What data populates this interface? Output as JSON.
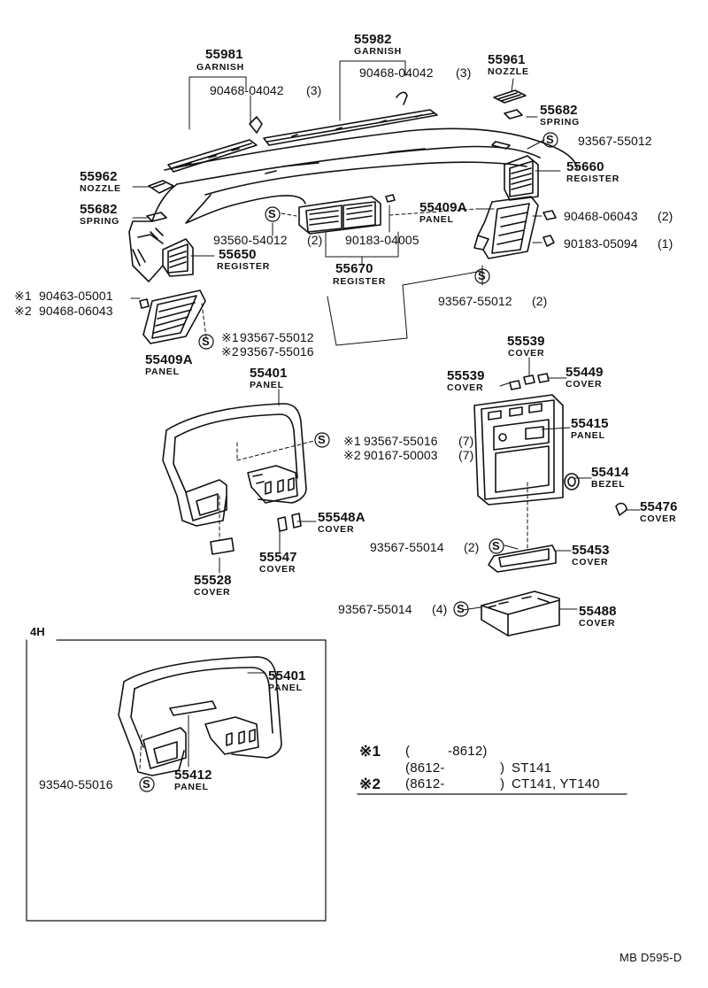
{
  "parts": [
    {
      "id": "p55981",
      "number": "55981",
      "name": "GARNISH"
    },
    {
      "id": "p90468_04042a",
      "number": "90468-04042",
      "qty": "(3)"
    },
    {
      "id": "p55982",
      "number": "55982",
      "name": "GARNISH"
    },
    {
      "id": "p90468_04042b",
      "number": "90468-04042",
      "qty": "(3)"
    },
    {
      "id": "p55961",
      "number": "55961",
      "name": "NOZZLE"
    },
    {
      "id": "p55682a",
      "number": "55682",
      "name": "SPRING"
    },
    {
      "id": "p93567_55012a",
      "number": "93567-55012"
    },
    {
      "id": "p55660",
      "number": "55660",
      "name": "REGISTER"
    },
    {
      "id": "p55962",
      "number": "55962",
      "name": "NOZZLE"
    },
    {
      "id": "p55682b",
      "number": "55682",
      "name": "SPRING"
    },
    {
      "id": "p55409A_r",
      "number": "55409A",
      "name": "PANEL"
    },
    {
      "id": "p90468_06043",
      "number": "90468-06043",
      "qty": "(2)"
    },
    {
      "id": "p90183_05094",
      "number": "90183-05094",
      "qty": "(1)"
    },
    {
      "id": "p93560_54012",
      "number": "93560-54012",
      "qty": "(2)"
    },
    {
      "id": "p90183_04005",
      "number": "90183-04005"
    },
    {
      "id": "p55650",
      "number": "55650",
      "name": "REGISTER"
    },
    {
      "id": "p55670",
      "number": "55670",
      "name": "REGISTER"
    },
    {
      "id": "p93567_55012b",
      "number": "93567-55012",
      "qty": "(2)"
    },
    {
      "id": "p55409A_l",
      "number": "55409A",
      "name": "PANEL"
    },
    {
      "id": "p55401",
      "number": "55401",
      "name": "PANEL"
    },
    {
      "id": "p55539a",
      "number": "55539",
      "name": "COVER"
    },
    {
      "id": "p55539b",
      "number": "55539",
      "name": "COVER"
    },
    {
      "id": "p55449",
      "number": "55449",
      "name": "COVER"
    },
    {
      "id": "p55415",
      "number": "55415",
      "name": "PANEL"
    },
    {
      "id": "p55414",
      "number": "55414",
      "name": "BEZEL"
    },
    {
      "id": "p55476",
      "number": "55476",
      "name": "COVER"
    },
    {
      "id": "p55548A",
      "number": "55548A",
      "name": "COVER"
    },
    {
      "id": "p55547",
      "number": "55547",
      "name": "COVER"
    },
    {
      "id": "p55528",
      "number": "55528",
      "name": "COVER"
    },
    {
      "id": "p93567_55014a",
      "number": "93567-55014",
      "qty": "(2)"
    },
    {
      "id": "p55453",
      "number": "55453",
      "name": "COVER"
    },
    {
      "id": "p93567_55014b",
      "number": "93567-55014",
      "qty": "(4)"
    },
    {
      "id": "p55488",
      "number": "55488",
      "name": "COVER"
    },
    {
      "id": "p55401_4h",
      "number": "55401",
      "name": "PANEL"
    },
    {
      "id": "p55412",
      "number": "55412",
      "name": "PANEL"
    },
    {
      "id": "p93540_55016",
      "number": "93540-55016"
    }
  ],
  "variant_refs": {
    "left_clip": {
      "a_mark": "※1",
      "a_number": "90463-05001",
      "b_mark": "※2",
      "b_number": "90468-06043"
    },
    "left_screw": {
      "a_mark": "※1",
      "a_number": "93567-55012",
      "b_mark": "※2",
      "b_number": "93567-55016"
    },
    "cluster_screw": {
      "a_mark": "※1",
      "a_number": "93567-55016",
      "a_qty": "(7)",
      "b_mark": "※2",
      "b_number": "90167-50003",
      "b_qty": "(7)"
    }
  },
  "screw_symbol": "S",
  "section_4h": {
    "label": "4H"
  },
  "legend": {
    "row1": {
      "mark": "※1",
      "paren_open": "(",
      "range": "-8612)"
    },
    "row2": {
      "range": "(8612-",
      "paren_close": ")",
      "models": "ST141"
    },
    "row3": {
      "mark": "※2",
      "range": "(8612-",
      "paren_close": ")",
      "models": "CT141, YT140"
    }
  },
  "diagram_ref": "MB D595-D"
}
